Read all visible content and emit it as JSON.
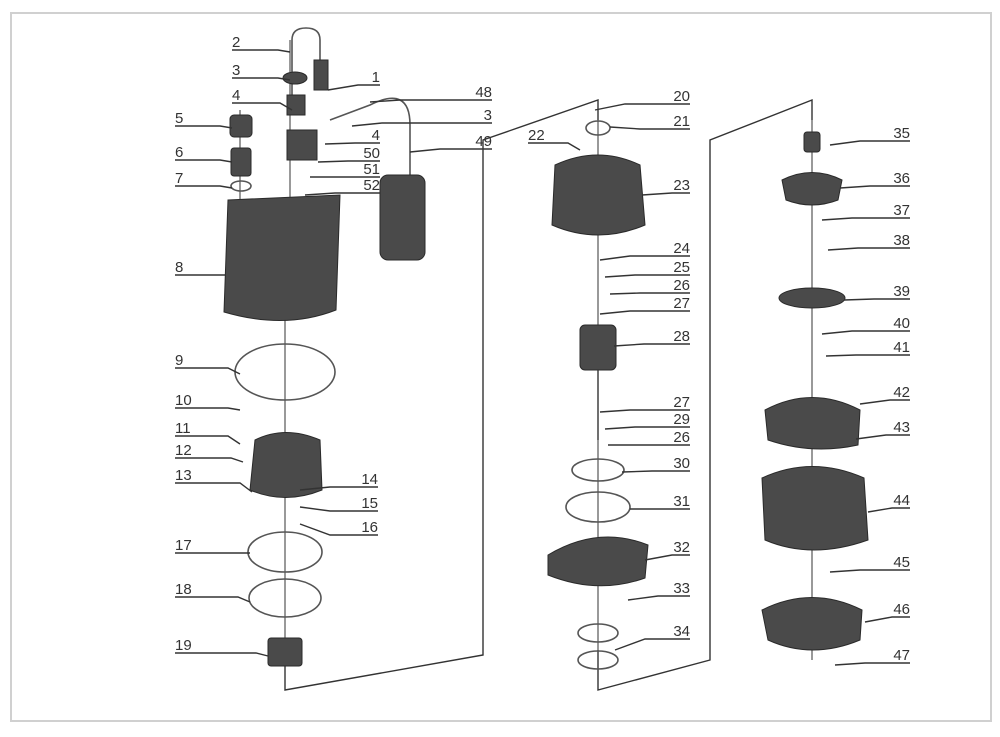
{
  "diagram": {
    "type": "exploded parts diagram",
    "labels": [
      "2",
      "3",
      "4",
      "5",
      "6",
      "7",
      "8",
      "9",
      "10",
      "11",
      "12",
      "13",
      "17",
      "18",
      "19",
      "1",
      "48",
      "3",
      "4",
      "50",
      "51",
      "52",
      "49",
      "14",
      "15",
      "16",
      "20",
      "21",
      "22",
      "23",
      "24",
      "25",
      "26",
      "27",
      "28",
      "27",
      "29",
      "26",
      "30",
      "31",
      "32",
      "33",
      "34",
      "35",
      "36",
      "37",
      "38",
      "39",
      "40",
      "41",
      "42",
      "43",
      "44",
      "45",
      "46",
      "47"
    ]
  }
}
